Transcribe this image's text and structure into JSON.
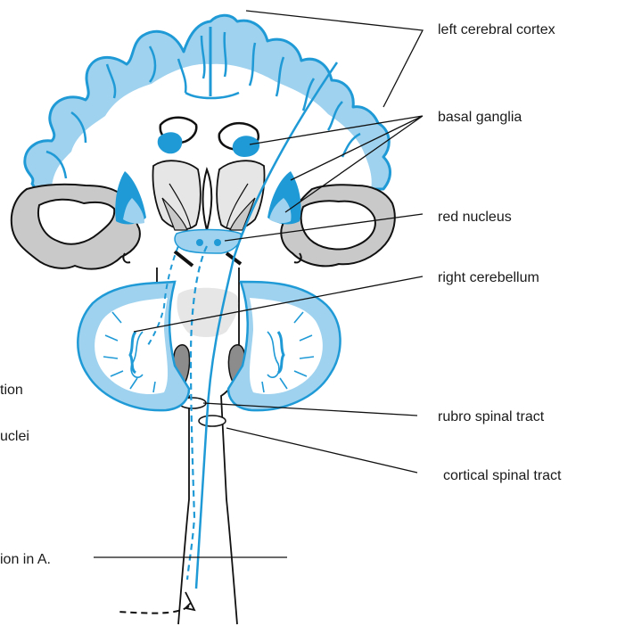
{
  "labels": {
    "left_cerebral_cortex": "left cerebral cortex",
    "basal_ganglia": "basal ganglia",
    "red_nucleus": "red nucleus",
    "right_cerebellum": "right cerebellum",
    "rubro_spinal_tract": "rubro spinal tract",
    "cortical_spinal_tract": "cortical spinal tract"
  },
  "cut_off_labels": {
    "left_1": "tion",
    "left_2": "uclei",
    "left_3": "ion in A."
  },
  "colors": {
    "blue_fill": "#9fd2ee",
    "blue_stroke": "#1f9ad6",
    "grey_fill": "#c9c9c9",
    "light_grey": "#e6e6e6",
    "outline": "#111111"
  }
}
